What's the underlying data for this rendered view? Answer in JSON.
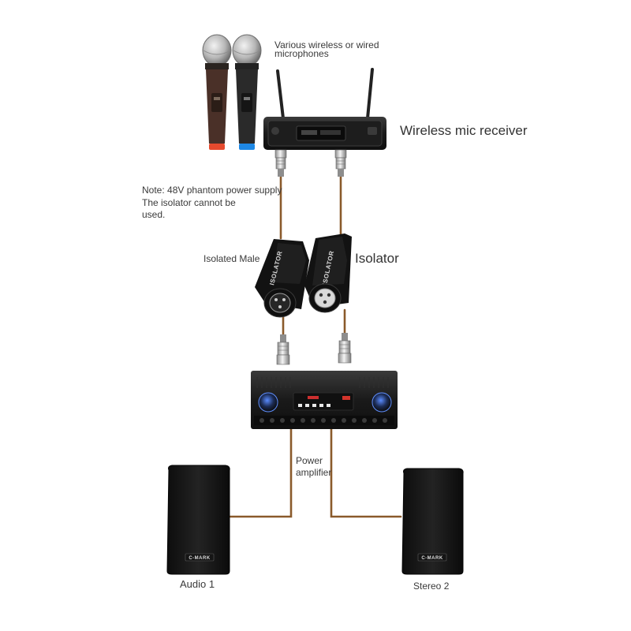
{
  "labels": {
    "microphones": "Various wireless or wired microphones",
    "microphones_line1": "Various wireless or wired",
    "microphones_line2": "microphones",
    "receiver": "Wireless mic receiver",
    "note_line1": "Note: 48V phantom power supply",
    "note_line2": "The isolator cannot be",
    "note_line3": "used.",
    "isolated_male": "Isolated Male",
    "isolator": "Isolator",
    "amp_line1": "Power",
    "amp_line2": "amplifier",
    "audio1": "Audio 1",
    "stereo2": "Stereo 2"
  },
  "device_text": {
    "speaker_brand": "C-MARK",
    "isolator_left": "ISOLATOR",
    "isolator_right": "ISOLATOR"
  },
  "colors": {
    "cable": "#8a5a2b",
    "device_body": "#1c1c1c",
    "mic_left_band": "#e64a2e",
    "mic_right_band": "#1e88e5",
    "mic_left_handle": "#4a3028"
  }
}
